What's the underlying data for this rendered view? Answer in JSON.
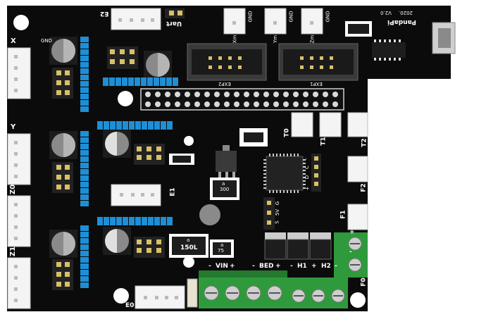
{
  "board": {
    "name": "PandaPi",
    "version": "V2.0",
    "year": "2020.",
    "colors": {
      "pcb": "#0b0b0b",
      "connector": "#f4f4f4",
      "pin_header_blue": "#1e8fd6",
      "terminal_green": "#2f9a3c",
      "capacitor": "#8a8a8a",
      "pin": "#d8c068"
    }
  },
  "motor_ports": [
    "X",
    "Y",
    "Z0",
    "Z1"
  ],
  "header_labels": {
    "e2": "E2",
    "uart": "Uart",
    "xm": "Xm",
    "ym": "Ym",
    "zm": "Zm",
    "gnd": "GND",
    "exp2": "EXP2",
    "exp1": "EXP1",
    "t0": "T0",
    "t1": "T1",
    "t2": "T2",
    "f2": "F2",
    "f1": "F1",
    "f0": "F0",
    "e1": "E1",
    "e0": "E0"
  },
  "i2c_pins": [
    "+",
    "D",
    "C",
    "-"
  ],
  "servo_pins": [
    "S",
    "5V",
    "G"
  ],
  "components": {
    "inductor_300": "300",
    "inductor_150l": "150L",
    "inductor_75": "75",
    "inductor_prefix": "a"
  },
  "power_labels": {
    "vin": "VIN",
    "bed": "BED",
    "h1": "H1",
    "h2": "H2",
    "minus": "-",
    "plus": "+"
  }
}
